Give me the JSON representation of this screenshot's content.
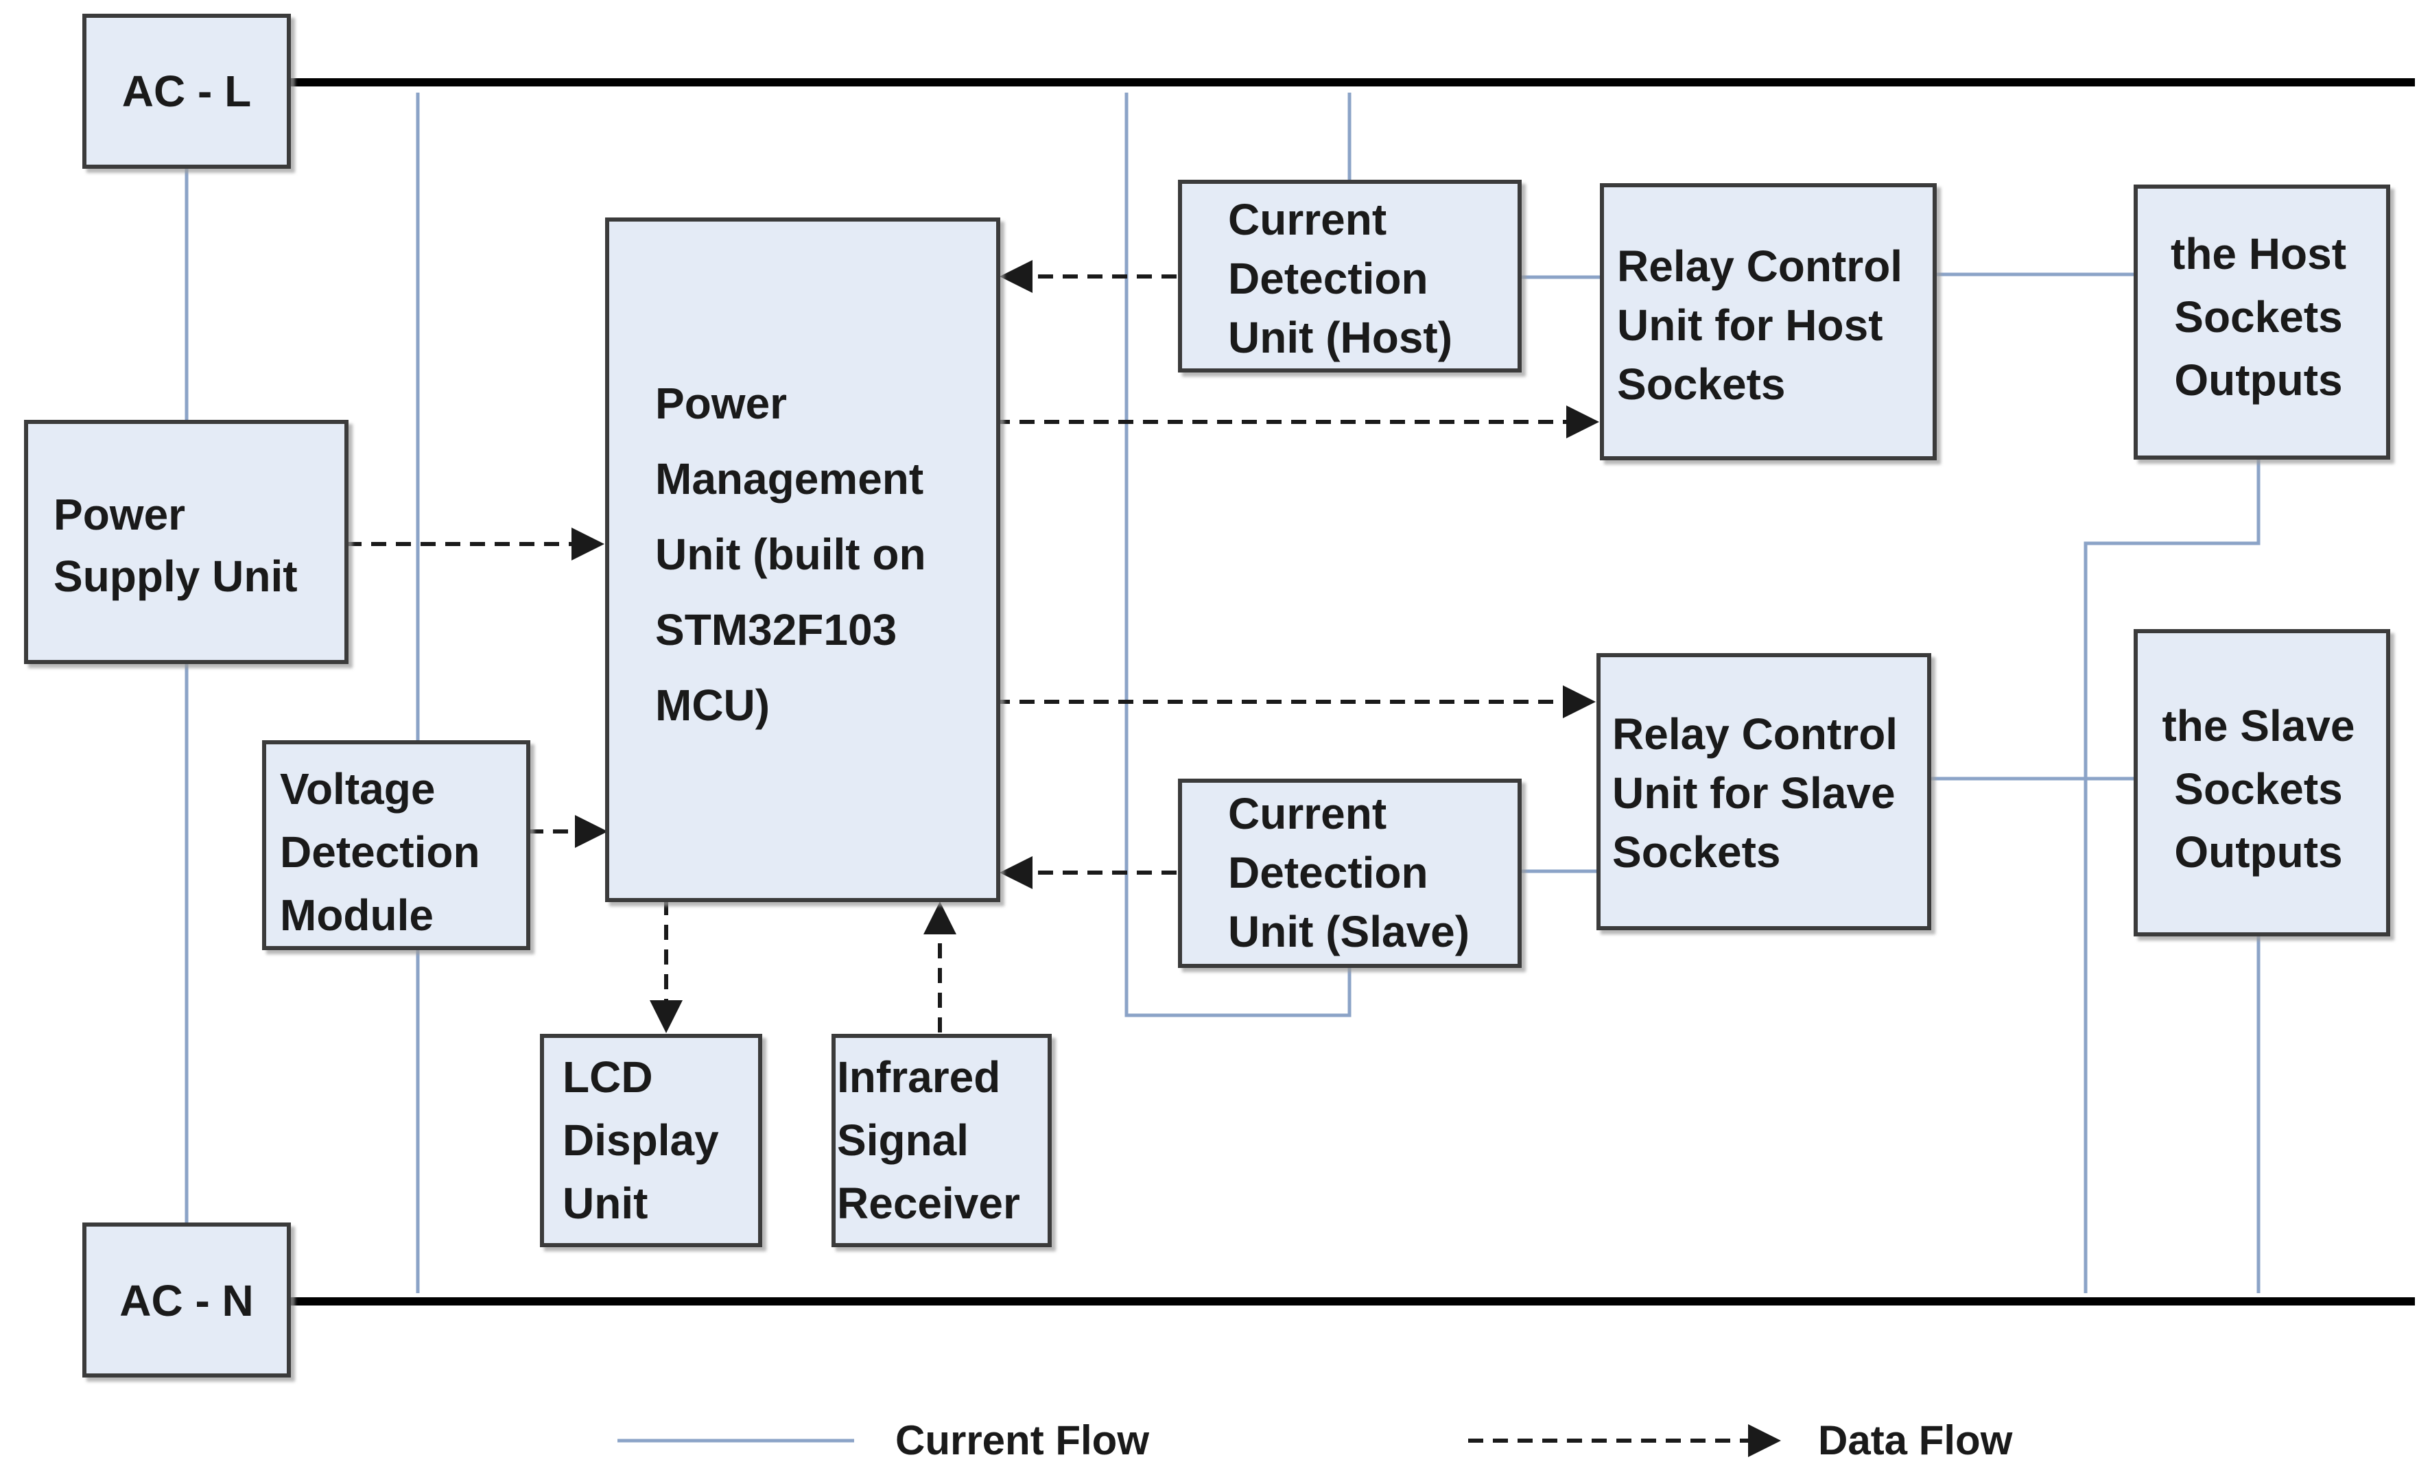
{
  "nodes": {
    "ac_l": [
      "AC - L"
    ],
    "ac_n": [
      "AC - N"
    ],
    "power_supply": [
      "Power",
      "Supply Unit"
    ],
    "voltage_detection": [
      "Voltage",
      "Detection",
      "Module"
    ],
    "pmu": [
      "Power",
      "Management",
      "Unit (built on",
      "STM32F103",
      "MCU)"
    ],
    "lcd": [
      "LCD",
      "Display",
      "Unit"
    ],
    "infrared": [
      "Infrared",
      "Signal",
      "Receiver"
    ],
    "current_host": [
      "Current",
      "Detection",
      "Unit (Host)"
    ],
    "current_slave": [
      "Current",
      "Detection",
      "Unit (Slave)"
    ],
    "relay_host": [
      "Relay Control",
      "Unit for Host",
      "Sockets"
    ],
    "relay_slave": [
      "Relay Control",
      "Unit for Slave",
      "Sockets"
    ],
    "host_outputs": [
      "the Host",
      "Sockets",
      "Outputs"
    ],
    "slave_outputs": [
      "the Slave",
      "Sockets",
      "Outputs"
    ]
  },
  "legend": {
    "current_flow": "Current Flow",
    "data_flow": "Data Flow"
  },
  "colors": {
    "box_fill": "#e4ebf6",
    "current_line": "#8ba3c7",
    "bus_line": "#000000",
    "data_line": "#1a1a1a"
  }
}
